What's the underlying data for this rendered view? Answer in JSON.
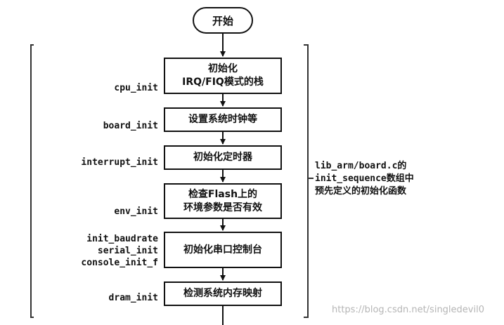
{
  "start_label": "开始",
  "steps": [
    {
      "lines": [
        "初始化",
        "IRQ/FIQ模式的栈"
      ],
      "functions": [
        "cpu_init"
      ]
    },
    {
      "lines": [
        "设置系统时钟等"
      ],
      "functions": [
        "board_init"
      ]
    },
    {
      "lines": [
        "初始化定时器"
      ],
      "functions": [
        "interrupt_init"
      ]
    },
    {
      "lines": [
        "检查Flash上的",
        "环境参数是否有效"
      ],
      "functions": [
        "env_init"
      ]
    },
    {
      "lines": [
        "初始化串口控制台"
      ],
      "functions": [
        "init_baudrate",
        "serial_init",
        "console_init_f"
      ]
    },
    {
      "lines": [
        "检测系统内存映射"
      ],
      "functions": [
        "dram_init"
      ]
    }
  ],
  "note": [
    "lib_arm/board.c的",
    "init_sequence数组中",
    "预先定义的初始化函数"
  ],
  "watermark": "https://blog.csdn.net/singledevil0"
}
